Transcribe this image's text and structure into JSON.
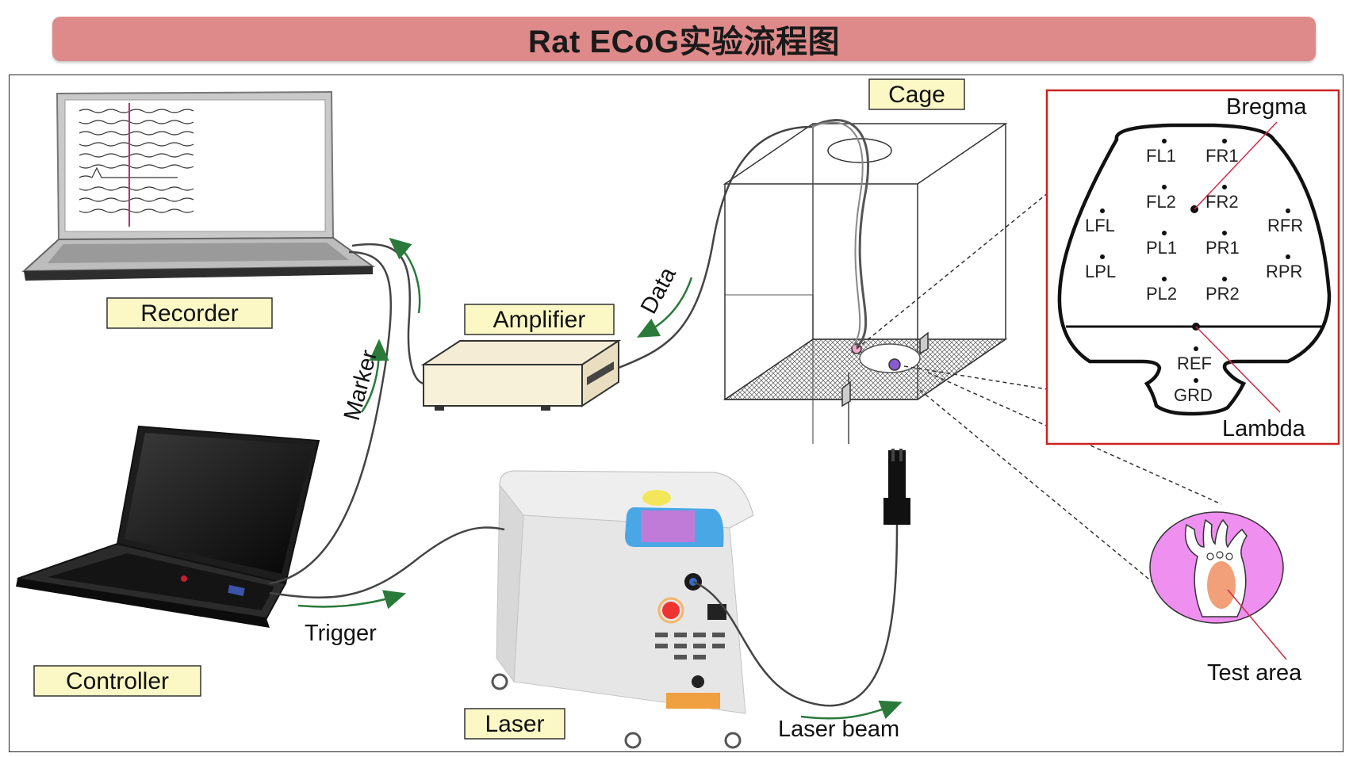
{
  "title": "Rat ECoG实验流程图",
  "labels": {
    "recorder": "Recorder",
    "amplifier": "Amplifier",
    "cage": "Cage",
    "controller": "Controller",
    "laser": "Laser"
  },
  "signals": {
    "marker": "Marker",
    "data": "Data",
    "trigger": "Trigger",
    "laser_beam": "Laser beam"
  },
  "skull": {
    "bregma": "Bregma",
    "lambda": "Lambda",
    "electrodes": [
      "FL1",
      "FR1",
      "FL2",
      "FR2",
      "LFL",
      "RFR",
      "PL1",
      "PR1",
      "LPL",
      "RPR",
      "PL2",
      "PR2",
      "REF",
      "GRD"
    ]
  },
  "paw": {
    "test_area": "Test area"
  },
  "colors": {
    "title_bar": "#df8a8a",
    "label_box": "#fbf8c6",
    "arrow": "#2a7a3a",
    "skull_frame": "#cc2222",
    "paw_circle": "#ef8ff0"
  }
}
